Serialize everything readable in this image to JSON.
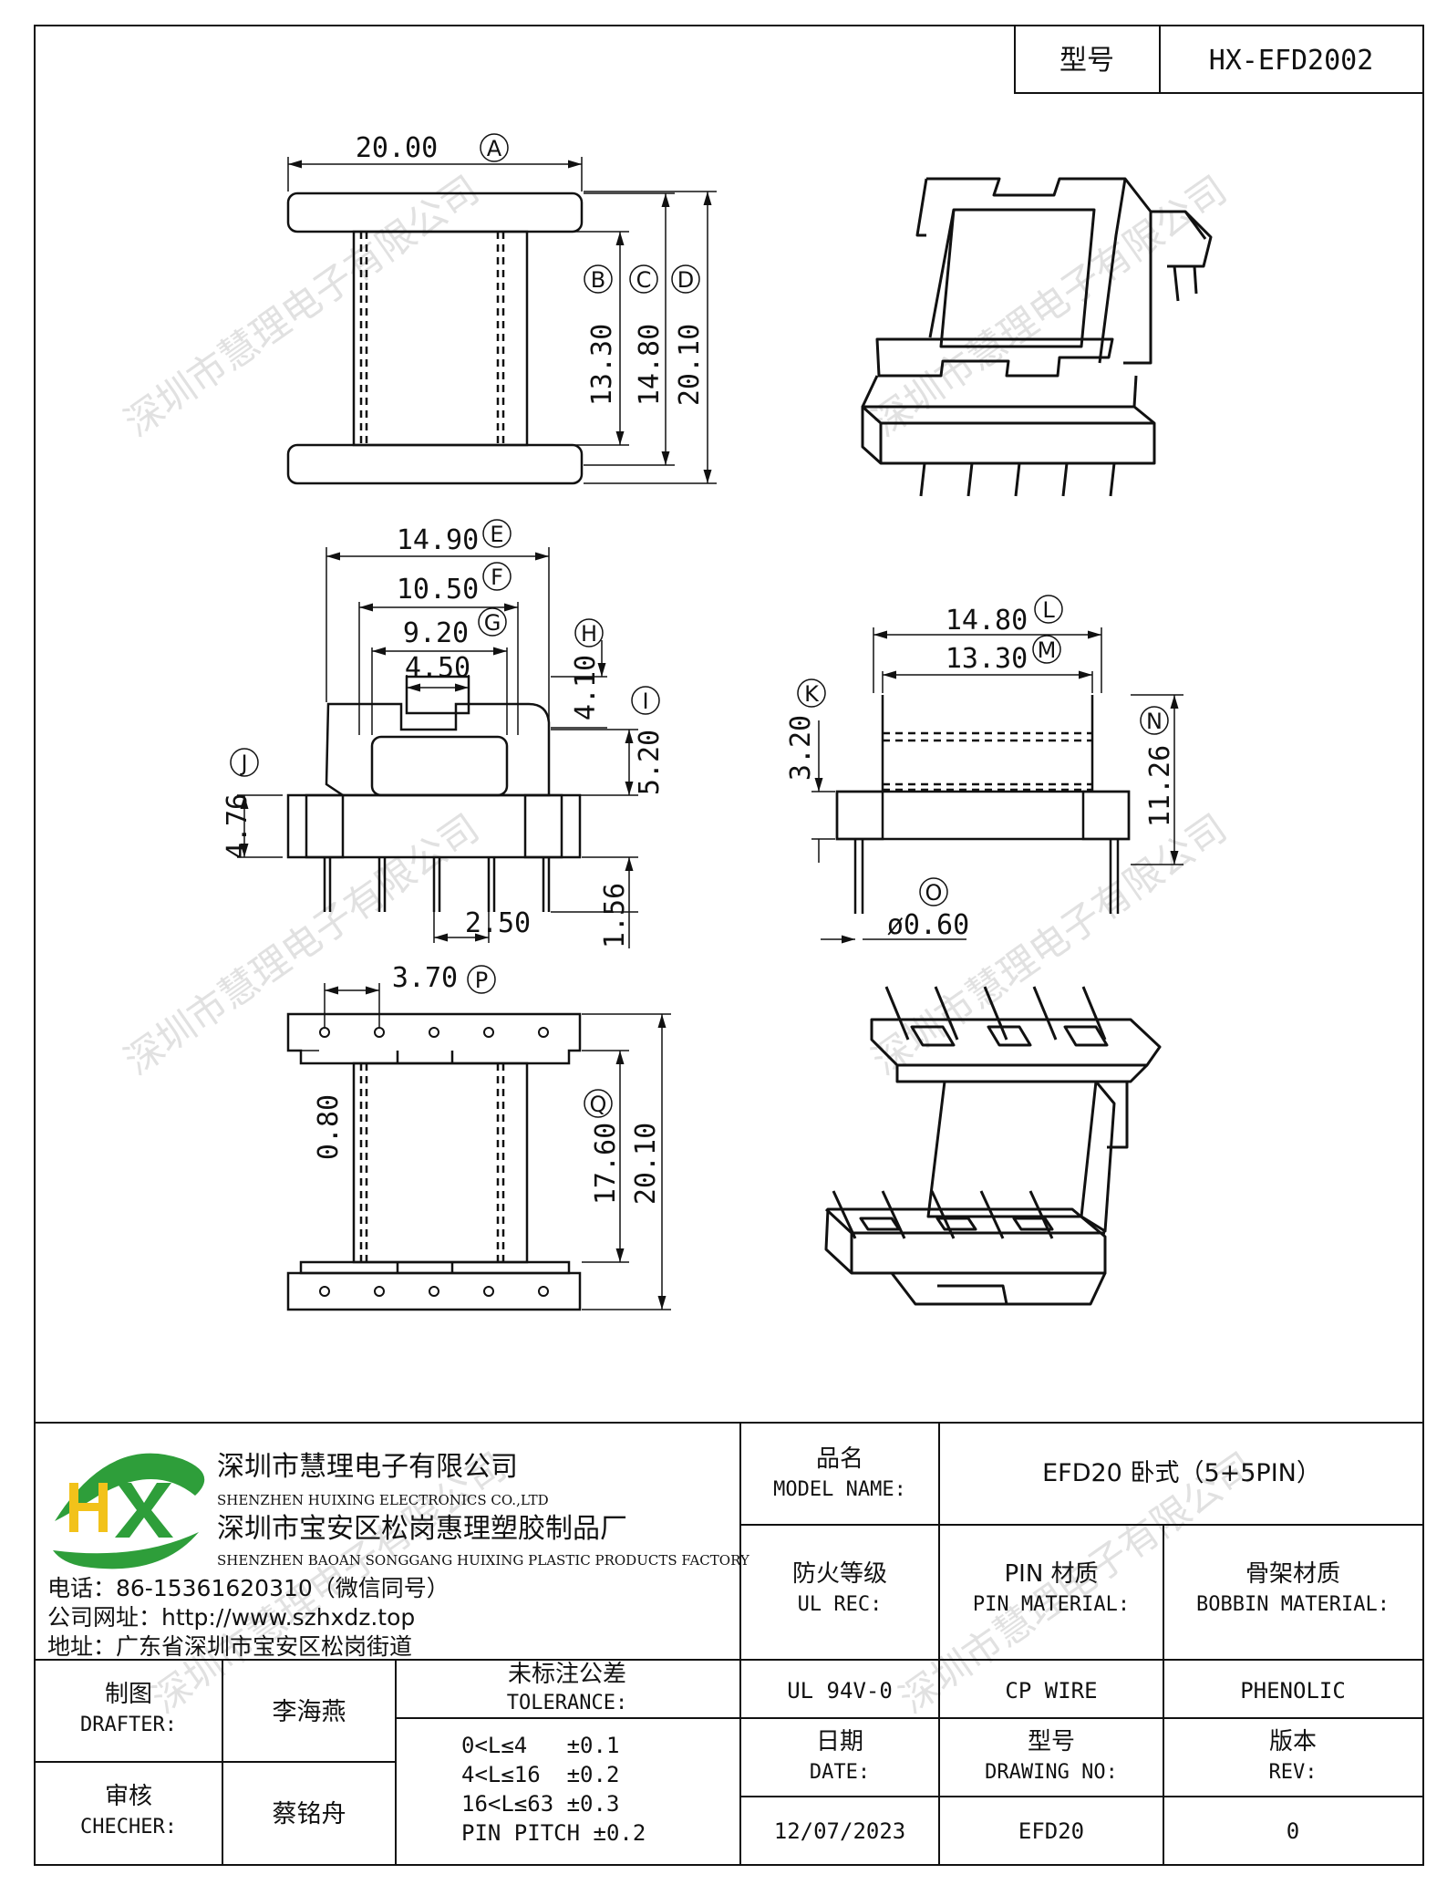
{
  "header": {
    "model_label": "型号",
    "model_value": "HX-EFD2002"
  },
  "dimensions": {
    "A": {
      "value": "20.00",
      "letter": "A"
    },
    "B": {
      "value": "13.30",
      "letter": "B"
    },
    "C": {
      "value": "14.80",
      "letter": "C"
    },
    "D": {
      "value": "20.10",
      "letter": "D"
    },
    "E": {
      "value": "14.90",
      "letter": "E"
    },
    "F": {
      "value": "10.50",
      "letter": "F"
    },
    "G": {
      "value": "9.20",
      "letter": "G"
    },
    "G2": {
      "value": "4.50"
    },
    "H": {
      "value": "4.10",
      "letter": "H"
    },
    "I": {
      "value": "5.20",
      "letter": "I"
    },
    "J": {
      "value": "4.76",
      "letter": "J"
    },
    "pin_pitch": {
      "value": "2.50"
    },
    "pin_len": {
      "value": "1.56"
    },
    "K": {
      "value": "3.20",
      "letter": "K"
    },
    "L": {
      "value": "14.80",
      "letter": "L"
    },
    "M": {
      "value": "13.30",
      "letter": "M"
    },
    "N": {
      "value": "11.26",
      "letter": "N"
    },
    "O": {
      "value": "ø0.60",
      "letter": "O"
    },
    "P": {
      "value": "3.70",
      "letter": "P"
    },
    "slot": {
      "value": "0.80"
    },
    "Q": {
      "value": "17.60",
      "letter": "Q"
    },
    "R": {
      "value": "20.10"
    }
  },
  "watermark": "深圳市慧理电子有限公司",
  "company": {
    "name1": "深圳市慧理电子有限公司",
    "name1_en": "SHENZHEN HUIXING ELECTRONICS CO.,LTD",
    "name2": "深圳市宝安区松岗惠理塑胶制品厂",
    "name2_en": "SHENZHEN BAOAN SONGGANG HUIXING PLASTIC PRODUCTS FACTORY",
    "phone": "电话：86-15361620310（微信同号）",
    "web": "公司网址：http://www.szhxdz.top",
    "address": "地址：广东省深圳市宝安区松岗街道",
    "logo_text": "HX"
  },
  "title_block": {
    "model_name_cn": "品名",
    "model_name_en": "MODEL NAME:",
    "model_name_value": "EFD20 卧式（5+5PIN）",
    "fire_cn": "防火等级",
    "fire_en": "UL REC:",
    "pin_cn": "PIN 材质",
    "pin_en": "PIN MATERIAL:",
    "bobbin_cn": "骨架材质",
    "bobbin_en": "BOBBIN MATERIAL:",
    "fire_value": "UL 94V-0",
    "pin_value": "CP WIRE",
    "bobbin_value": "PHENOLIC",
    "drafter_cn": "制图",
    "drafter_en": "DRAFTER:",
    "drafter_name": "李海燕",
    "checker_cn": "审核",
    "checker_en": "CHECHER:",
    "checker_name": "蔡铭舟",
    "tol_cn": "未标注公差",
    "tol_en": "TOLERANCE:",
    "tol_lines": [
      "0<L≤4   ±0.1",
      "4<L≤16  ±0.2",
      "16<L≤63 ±0.3",
      "PIN PITCH ±0.2"
    ],
    "date_cn": "日期",
    "date_en": "DATE:",
    "drawing_cn": "型号",
    "drawing_en": "DRAWING NO:",
    "rev_cn": "版本",
    "rev_en": "REV:",
    "date_value": "12/07/2023",
    "drawing_value": "EFD20",
    "rev_value": "0"
  },
  "colors": {
    "logo_green": "#2e9e3a",
    "logo_yellow": "#f2c21a"
  }
}
